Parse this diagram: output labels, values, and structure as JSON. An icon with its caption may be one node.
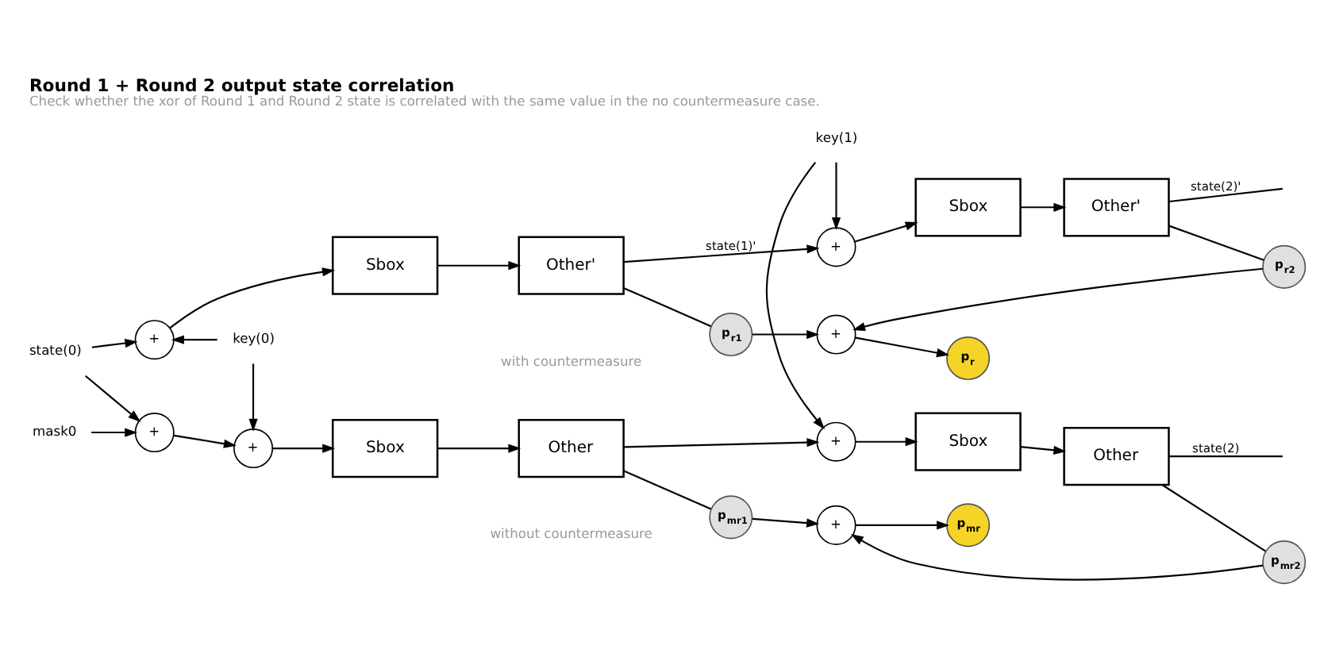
{
  "diagram": {
    "title": "Round 1 + Round 2 output state correlation",
    "caption": "Check whether the xor of Round 1 and Round 2 state is correlated with the same value in the no countermeasure case.",
    "nodes": [
      {
        "text": [
          "state(0)"
        ]
      },
      {
        "text": [
          "mask0"
        ]
      },
      {
        "text": [
          "key(0)"
        ]
      },
      {
        "text": [
          "+"
        ]
      },
      {
        "text": [
          "+"
        ]
      },
      {
        "text": [
          "Sbox"
        ]
      },
      {
        "text": [
          "Other"
        ]
      },
      {
        "text": [
          "p$_{mr1}$"
        ]
      },
      {
        "text": [
          "key(1)"
        ]
      },
      {
        "text": [
          "+"
        ]
      },
      {
        "text": [
          "Sbox"
        ]
      },
      {
        "text": [
          "Other"
        ]
      },
      {
        "text": [
          "p$_{mr2}$"
        ]
      },
      {
        "text": [
          "+"
        ]
      },
      {
        "text": [
          "p$_{mr}$"
        ]
      },
      {
        "text": [
          "+"
        ]
      },
      {
        "text": [
          "Sbox"
        ]
      },
      {
        "text": [
          "Other'"
        ]
      },
      {
        "text": [
          "p$_{r1}$"
        ]
      },
      {
        "text": [
          "+"
        ]
      },
      {
        "text": [
          "Sbox"
        ]
      },
      {
        "text": [
          "Other'"
        ]
      },
      {
        "text": [
          "p$_{r2}$"
        ]
      },
      {
        "text": [
          "+"
        ]
      },
      {
        "text": [
          "p$_{r}$"
        ]
      }
    ],
    "edges": [
      {
        "from": 0,
        "to": 3,
        "arrow": "to"
      },
      {
        "from": 0,
        "to": 15,
        "arrow": "to"
      },
      {
        "from": 1,
        "to": 3,
        "arrow": "to"
      },
      {
        "from": 2,
        "to": 4,
        "arrow": "to"
      },
      {
        "from": 2,
        "to": 15,
        "arrow": "to"
      },
      {
        "from": 3,
        "to": 4,
        "arrow": "to"
      },
      {
        "from": 4,
        "to": 5,
        "arrow": "to"
      },
      {
        "from": 5,
        "to": 6,
        "arrow": "to"
      },
      {
        "from": 6,
        "to": 9,
        "arrow": "to"
      },
      {
        "from": 6,
        "to": 7,
        "arrow": "none"
      },
      {
        "from": 8,
        "to": 9,
        "arrow": "to"
      },
      {
        "from": 8,
        "to": 19,
        "arrow": "to"
      },
      {
        "from": 9,
        "to": 10,
        "arrow": "to"
      },
      {
        "from": 10,
        "to": 11,
        "arrow": "to"
      },
      {
        "from": 11,
        "to": 12,
        "arrow": "none"
      },
      {
        "from": 11,
        "to": null,
        "arrow": "none",
        "label": "state(2)"
      },
      {
        "from": 7,
        "to": 13,
        "arrow": "to"
      },
      {
        "from": 12,
        "to": 13,
        "arrow": "to"
      },
      {
        "from": 13,
        "to": 14,
        "arrow": "to"
      },
      {
        "from": 15,
        "to": 16,
        "arrow": "to"
      },
      {
        "from": 16,
        "to": 17,
        "arrow": "to"
      },
      {
        "from": 17,
        "to": 19,
        "arrow": "to",
        "label": "state(1)'"
      },
      {
        "from": 17,
        "to": 18,
        "arrow": "none"
      },
      {
        "from": 19,
        "to": 20,
        "arrow": "to"
      },
      {
        "from": 20,
        "to": 21,
        "arrow": "to"
      },
      {
        "from": 21,
        "to": 22,
        "arrow": "none"
      },
      {
        "from": 21,
        "to": null,
        "arrow": "none",
        "label": "state(2)'"
      },
      {
        "from": 18,
        "to": 23,
        "arrow": "to"
      },
      {
        "from": 22,
        "to": 23,
        "arrow": "to"
      },
      {
        "from": 23,
        "to": 24,
        "arrow": "to"
      }
    ],
    "labels": [
      "with countermeasure",
      "without countermeasure"
    ]
  }
}
